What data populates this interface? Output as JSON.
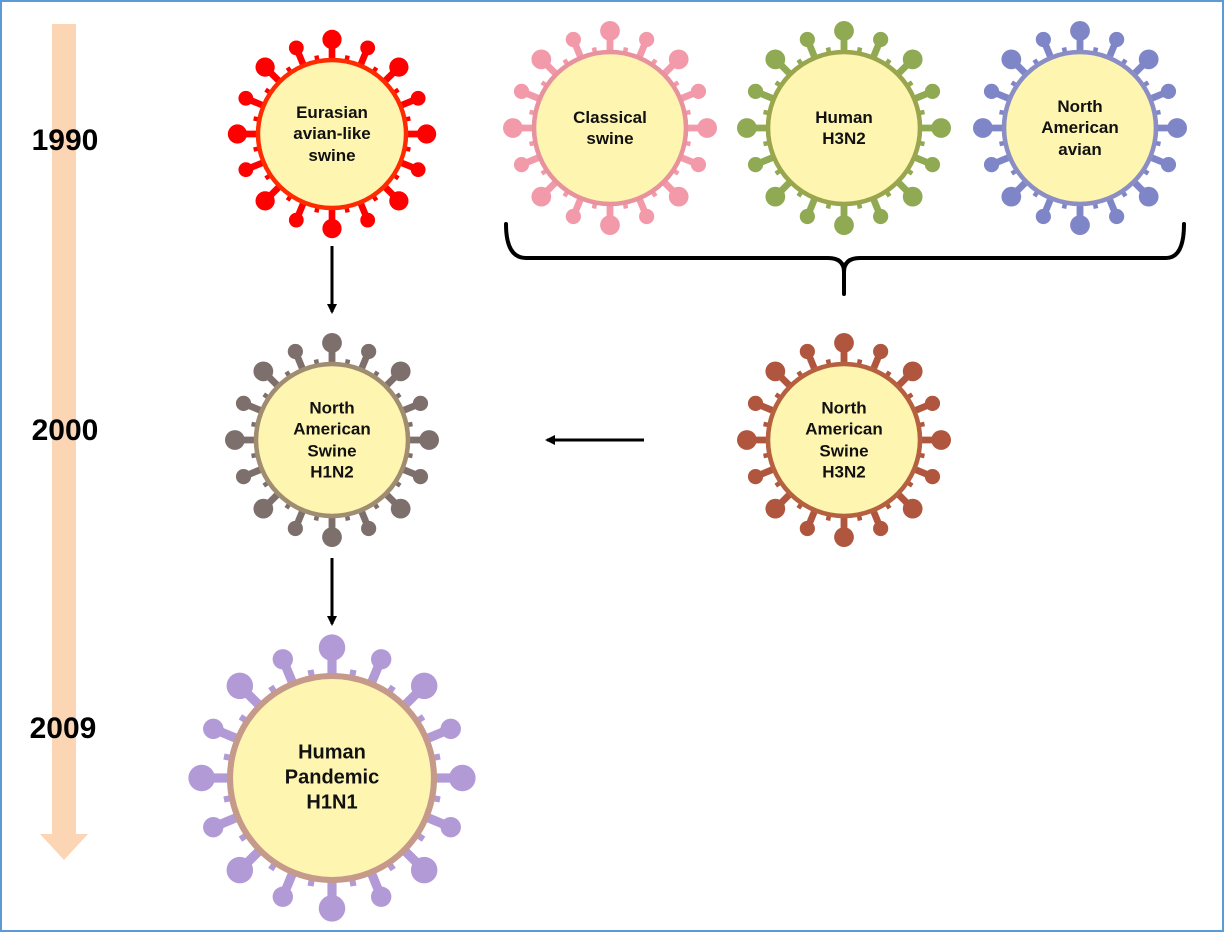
{
  "timeline": {
    "years": [
      "1990",
      "2000",
      "2009"
    ],
    "arrow_color": "#fcd5b4"
  },
  "viruses": [
    {
      "id": "eurasian",
      "lines": [
        "Eurasian",
        "avian-like",
        "swine"
      ],
      "spike_color": "#ff0000",
      "rim_color": "#ff2a00",
      "body_color": "#fdf5b0"
    },
    {
      "id": "classical",
      "lines": [
        "Classical",
        "swine"
      ],
      "spike_color": "#f29aaa",
      "rim_color": "#e8929e",
      "body_color": "#fdf5b0"
    },
    {
      "id": "human-h3n2",
      "lines": [
        "Human",
        "H3N2"
      ],
      "spike_color": "#8faa52",
      "rim_color": "#9aa64e",
      "body_color": "#fdf5b0"
    },
    {
      "id": "na-avian",
      "lines": [
        "North",
        "American",
        "avian"
      ],
      "spike_color": "#7f86c8",
      "rim_color": "#8b8ec4",
      "body_color": "#fdf5b0"
    },
    {
      "id": "na-swine-h1n2",
      "lines": [
        "North",
        "American",
        "Swine",
        "H1N2"
      ],
      "spike_color": "#7d6f6c",
      "rim_color": "#a08c70",
      "body_color": "#fdf5b0"
    },
    {
      "id": "na-swine-h3n2",
      "lines": [
        "North",
        "American",
        "Swine",
        "H3N2"
      ],
      "spike_color": "#b0563e",
      "rim_color": "#b5603f",
      "body_color": "#fdf5b0"
    },
    {
      "id": "pandemic-h1n1",
      "lines": [
        "Human",
        "Pandemic",
        "H1N1"
      ],
      "spike_color": "#b29ad6",
      "rim_color": "#c59a8a",
      "body_color": "#fdf5b0"
    }
  ]
}
